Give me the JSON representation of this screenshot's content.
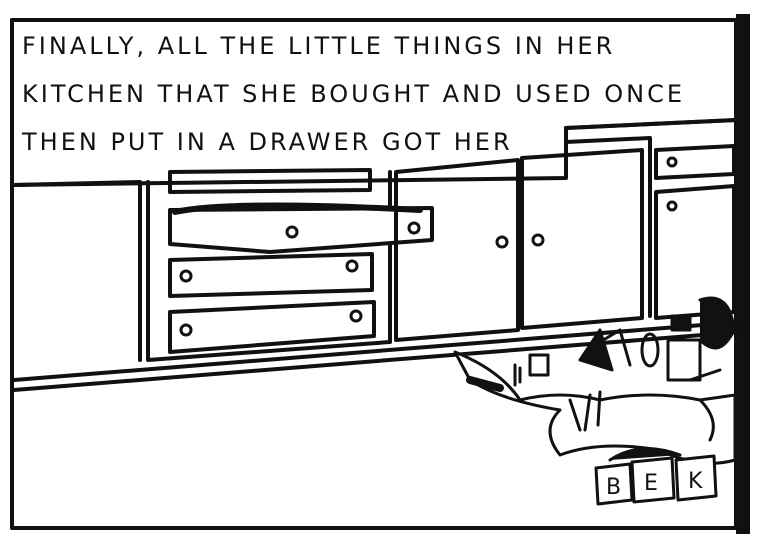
{
  "caption": {
    "lines": [
      "FINALLY, ALL THE LITTLE THINGS IN HER",
      "KITCHEN THAT SHE BOUGHT AND USED ONCE",
      "THEN PUT IN A DRAWER GOT HER"
    ]
  },
  "signature": "BEK",
  "colors": {
    "ink": "#111111",
    "paper": "#ffffff"
  }
}
